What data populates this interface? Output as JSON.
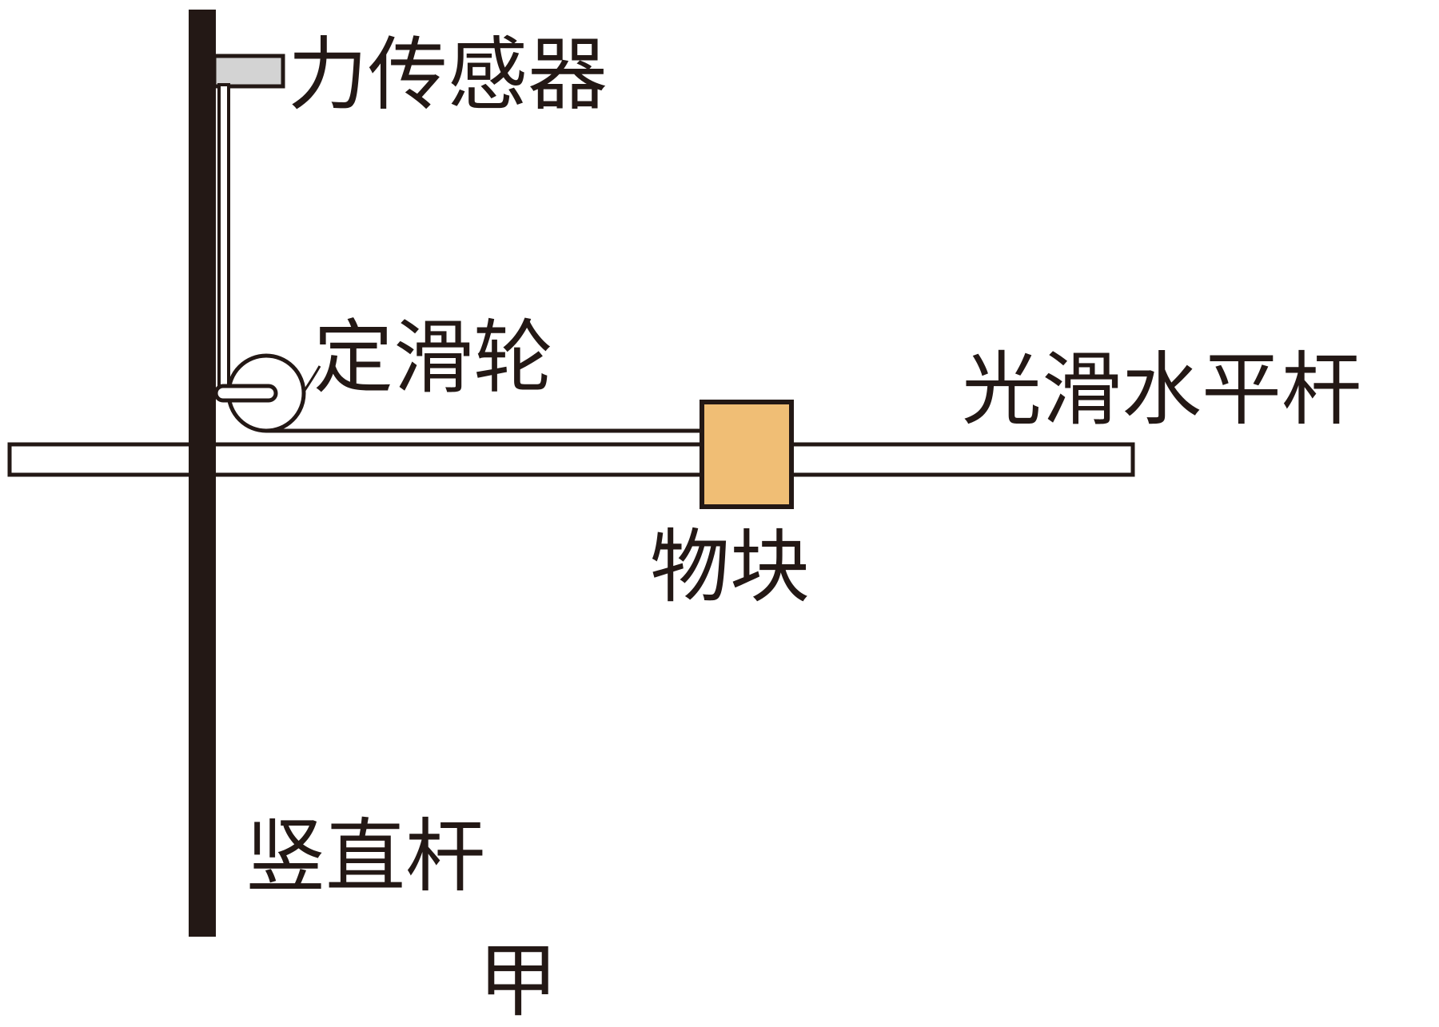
{
  "labels": {
    "force_sensor": "力传感器",
    "fixed_pulley": "定滑轮",
    "smooth_horizontal_rod": "光滑水平杆",
    "block": "物块",
    "vertical_rod": "竖直杆",
    "figure_tag": "甲"
  },
  "colors": {
    "rod_dark": "#231815",
    "block_fill": "#F0BE75",
    "sensor_fill": "#D3D3D3",
    "outline": "#231815",
    "background": "#FFFFFF"
  }
}
